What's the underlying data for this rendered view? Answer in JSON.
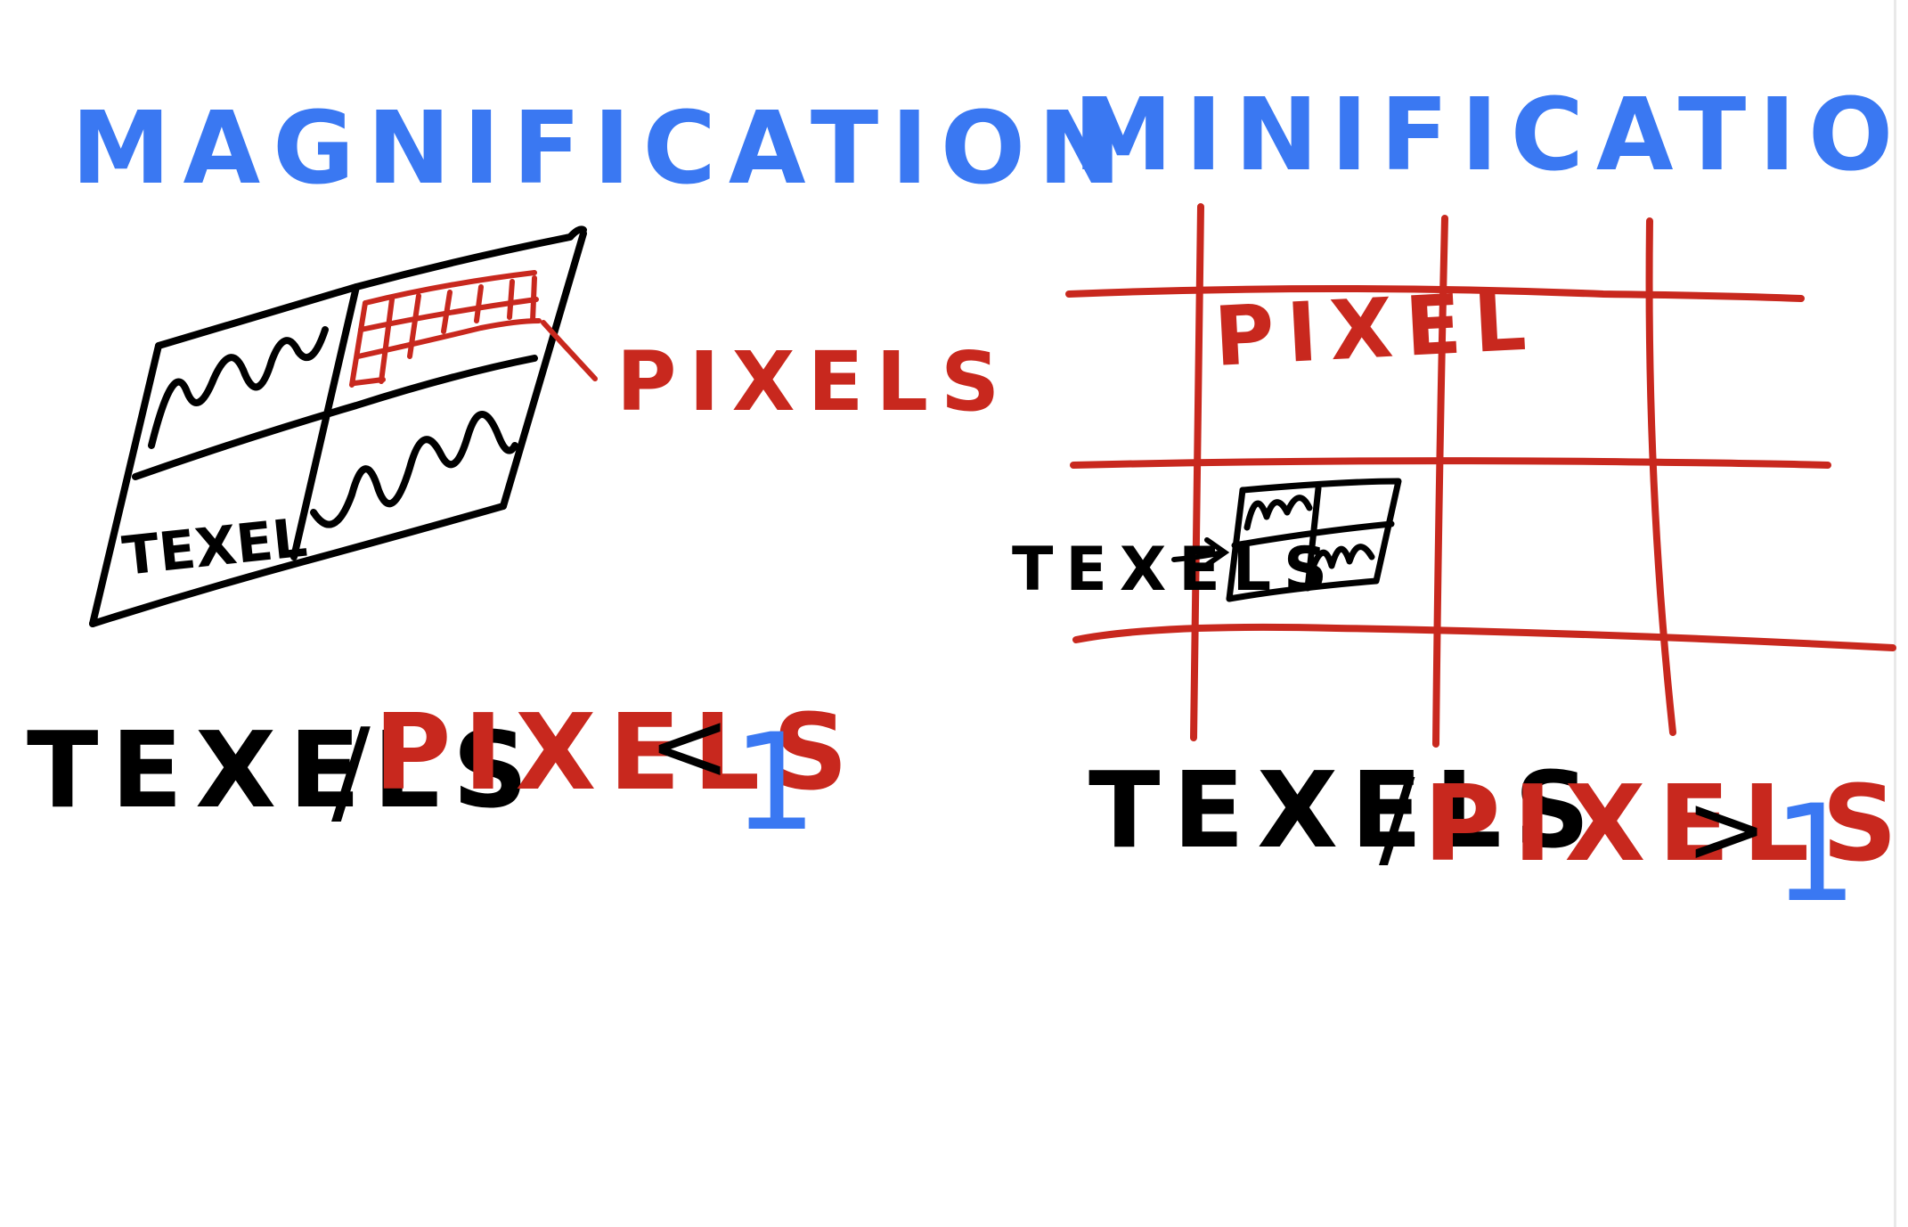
{
  "colors": {
    "blue": "#3a78f2",
    "red": "#c8281e",
    "black": "#000000",
    "background": "#ffffff"
  },
  "magnification": {
    "title": "MAGNIFICATION",
    "texel_label": "TEXEL",
    "pixels_label": "PIXELS",
    "formula": {
      "texels": "TEXELS",
      "slash": "/",
      "pixels": "PIXELS",
      "operator": "<",
      "value": "1"
    }
  },
  "minification": {
    "title": "MINIFICATION",
    "pixel_label": "PIXEL",
    "texels_label": "TEXELS",
    "formula": {
      "texels": "TEXELS",
      "slash": "/",
      "pixels": "PIXELS",
      "operator": ">",
      "value": "1"
    }
  }
}
